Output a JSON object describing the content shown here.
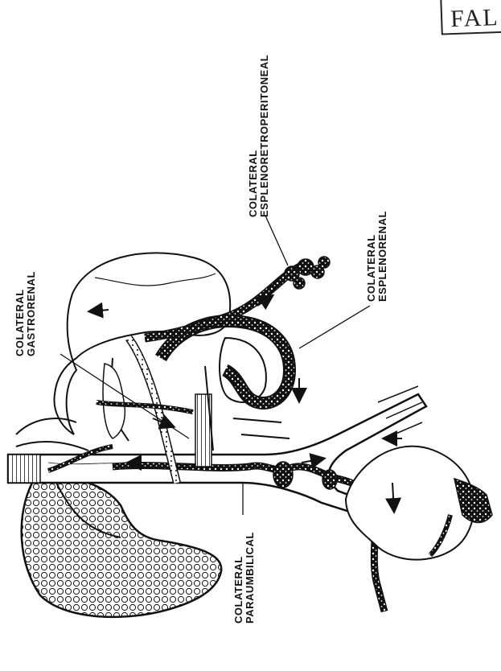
{
  "labels": {
    "gastrorenal": {
      "line1": "COLATERAL",
      "line2": "GASTRORENAL"
    },
    "esplenoretroperitoneal": {
      "line1": "COLATERAL",
      "line2": "ESPLENORETROPERITONEAL"
    },
    "esplenorenal": {
      "line1": "COLATERAL",
      "line2": "ESPLENORENAL"
    },
    "paraumbilical": {
      "line1": "COLATERAL",
      "line2": "PARAUMBILICAL"
    }
  },
  "stamp_text": "FAL",
  "colors": {
    "ink": "#111111",
    "paper": "#ffffff"
  }
}
